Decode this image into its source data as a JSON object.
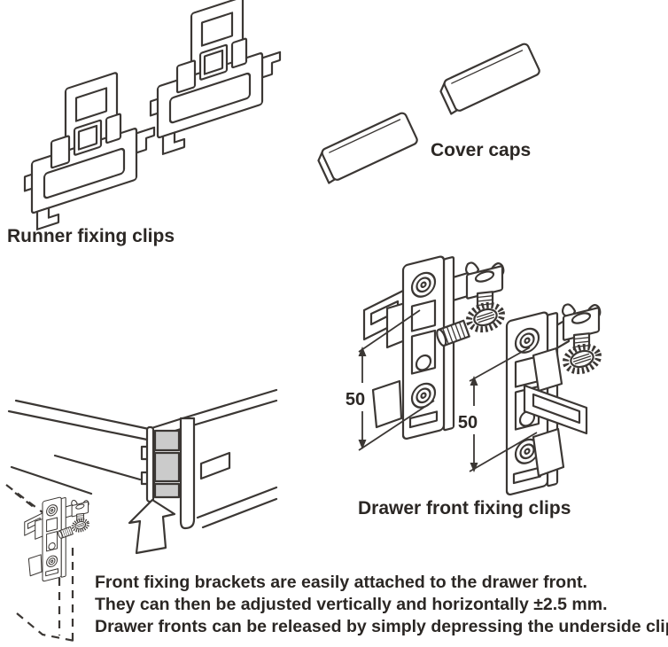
{
  "colors": {
    "background": "#ffffff",
    "line": "#3b3734",
    "shade": "#cbcbcb",
    "text": "#2b2724"
  },
  "labels": {
    "runner_clips": "Runner fixing clips",
    "cover_caps": "Cover caps",
    "front_clips": "Drawer front fixing clips"
  },
  "dimensions": {
    "left_clip_mm": "50",
    "right_clip_mm": "50"
  },
  "note": {
    "lines": [
      "Front fixing brackets are easily attached to the drawer front.",
      "They can then be adjusted vertically and horizontally ±2.5 mm.",
      "Drawer fronts can be released by simply depressing the underside clips."
    ]
  }
}
